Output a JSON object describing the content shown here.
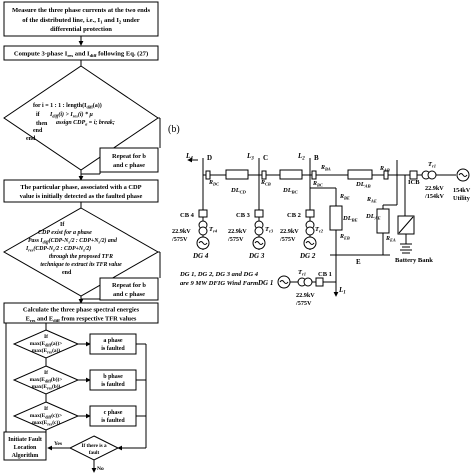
{
  "panel_b_label": "(b)",
  "flowchart": {
    "measure": [
      "Measure the three phase currents at the two ends",
      "of the distributed line, i.e., I",
      "1",
      " and I",
      "2",
      " under",
      "differential protection"
    ],
    "compute": [
      "Compute 3-phase I",
      "res",
      " and I",
      "diff",
      " following  Eq. (27)"
    ],
    "loop1": [
      "for i = 1 : 1 : length(I",
      "diff",
      "(a))",
      "I",
      "diff",
      "(i) > I",
      "res",
      "(i) * μ",
      "if",
      "then",
      "assign CDP",
      "a",
      " = i; break;",
      "end",
      "end"
    ],
    "repeat_bc": [
      "Repeat for b",
      "and c phase"
    ],
    "particular_phase": [
      "The particular phase, associated with a CDP",
      "value is initially detected as  the faulted phase"
    ],
    "cdp_block": [
      "If",
      "CDP exist for a phase",
      "Pass I",
      "diff",
      "(CDP-N",
      "s",
      "/2 : CDP+N",
      "s",
      "/2) and",
      "I",
      "res",
      "(CDP-N",
      "s",
      "/2 : CDP+N",
      "s",
      "/2)",
      "through the proposed TFR",
      "technique to extract its TFR value",
      "end"
    ],
    "repeat_bc2": [
      "Repeat for b",
      "and c phase"
    ],
    "spectral": [
      "Calculate the three phase spectral energies",
      "E",
      "res",
      " and E",
      "diff",
      " from respective TFR values"
    ],
    "d1": [
      "If",
      "max(E",
      "diff",
      "(a))>",
      "max(E",
      "res",
      "(a))"
    ],
    "d2": [
      "If",
      "max(E",
      "diff",
      "(b))>",
      "max(E",
      "res",
      "(b))"
    ],
    "d3": [
      "If",
      "max(E",
      "diff",
      "(c))>",
      "max(E",
      "res",
      "(c))"
    ],
    "o1": [
      "a phase",
      "is faulted"
    ],
    "o2": [
      "b phase",
      "is faulted"
    ],
    "o3": [
      "c phase",
      "is faulted"
    ],
    "initiate": [
      "Initiate Fault",
      "Location",
      "Algorithm"
    ],
    "final": [
      "If  there is a",
      "fault"
    ],
    "yes": "Yes",
    "no": "No"
  },
  "network": {
    "loads": [
      "L",
      "4",
      "D",
      "L",
      "3",
      "C",
      "L",
      "2",
      "B",
      "R",
      "BA",
      "L",
      "1",
      "E"
    ],
    "relays": [
      "R",
      "DC",
      "R",
      "CB",
      "R",
      "BC",
      "R",
      "AB",
      "R",
      "BE",
      "R",
      "EB",
      "R",
      "AE",
      "R",
      "EA"
    ],
    "lines": [
      "DL",
      "CD",
      "DL",
      "BC",
      "DL",
      "AB",
      "DL",
      "BE",
      "DL",
      "AE"
    ],
    "cbs": [
      "CB 4",
      "CB 3",
      "CB 2",
      "CB 1",
      "ICB"
    ],
    "trafos": [
      "T",
      "r4",
      "T",
      "r3",
      "T",
      "r2",
      "T",
      "r1",
      "T",
      "r1"
    ],
    "voltages": [
      "22.9kV",
      "/575V",
      "22.9kV",
      "/575V",
      "22.9kV",
      "/575V",
      "22.9kV",
      "/575V",
      "22.9kV",
      "/154kV",
      "154kV",
      "Utility"
    ],
    "dgs": [
      "DG 4",
      "DG 3",
      "DG 2",
      "DG 1"
    ],
    "battery": "Battery Bank",
    "note": [
      "DG 1, DG 2, DG 3 and DG 4",
      "are 9 MW DFIG Wind Farm"
    ]
  }
}
